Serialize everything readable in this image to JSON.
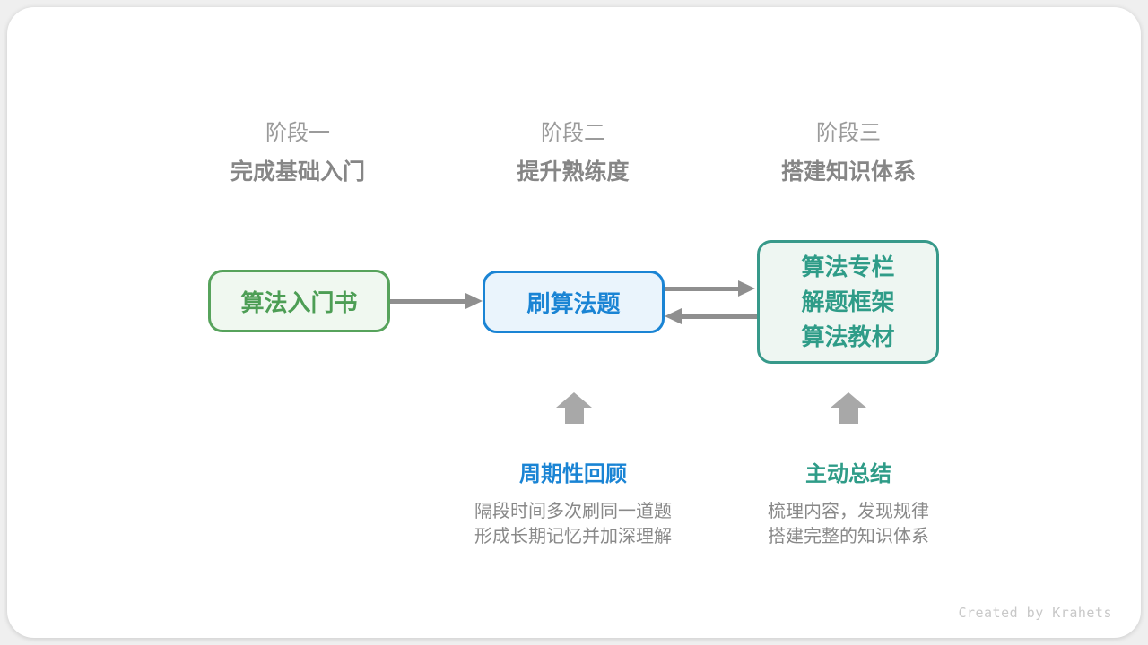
{
  "colors": {
    "background": "#efefef",
    "card": "#ffffff",
    "green": "#57a35c",
    "green_fill": "#f0f8f0",
    "blue": "#1a84d4",
    "blue_fill": "#eaf4fc",
    "teal": "#37998a",
    "teal_fill": "#eef6f2",
    "arrow_gray": "#8f8f8f",
    "up_arrow_gray": "#a8a8a8",
    "stage_label_gray": "#9b9b9b",
    "stage_title_gray": "#868686",
    "desc_gray": "#898989",
    "footer_gray": "#c8c8c8"
  },
  "stages": [
    {
      "label": "阶段一",
      "title": "完成基础入门"
    },
    {
      "label": "阶段二",
      "title": "提升熟练度"
    },
    {
      "label": "阶段三",
      "title": "搭建知识体系"
    }
  ],
  "nodes": {
    "intro_book": {
      "lines": [
        "算法入门书"
      ]
    },
    "practice": {
      "lines": [
        "刷算法题"
      ]
    },
    "resources": {
      "lines": [
        "算法专栏",
        "解题框架",
        "算法教材"
      ]
    }
  },
  "annotations": [
    {
      "title": "周期性回顾",
      "desc_lines": [
        "隔段时间多次刷同一道题",
        "形成长期记忆并加深理解"
      ]
    },
    {
      "title": "主动总结",
      "desc_lines": [
        "梳理内容，发现规律",
        "搭建完整的知识体系"
      ]
    }
  ],
  "footer": {
    "credit": "Created by Krahets"
  }
}
